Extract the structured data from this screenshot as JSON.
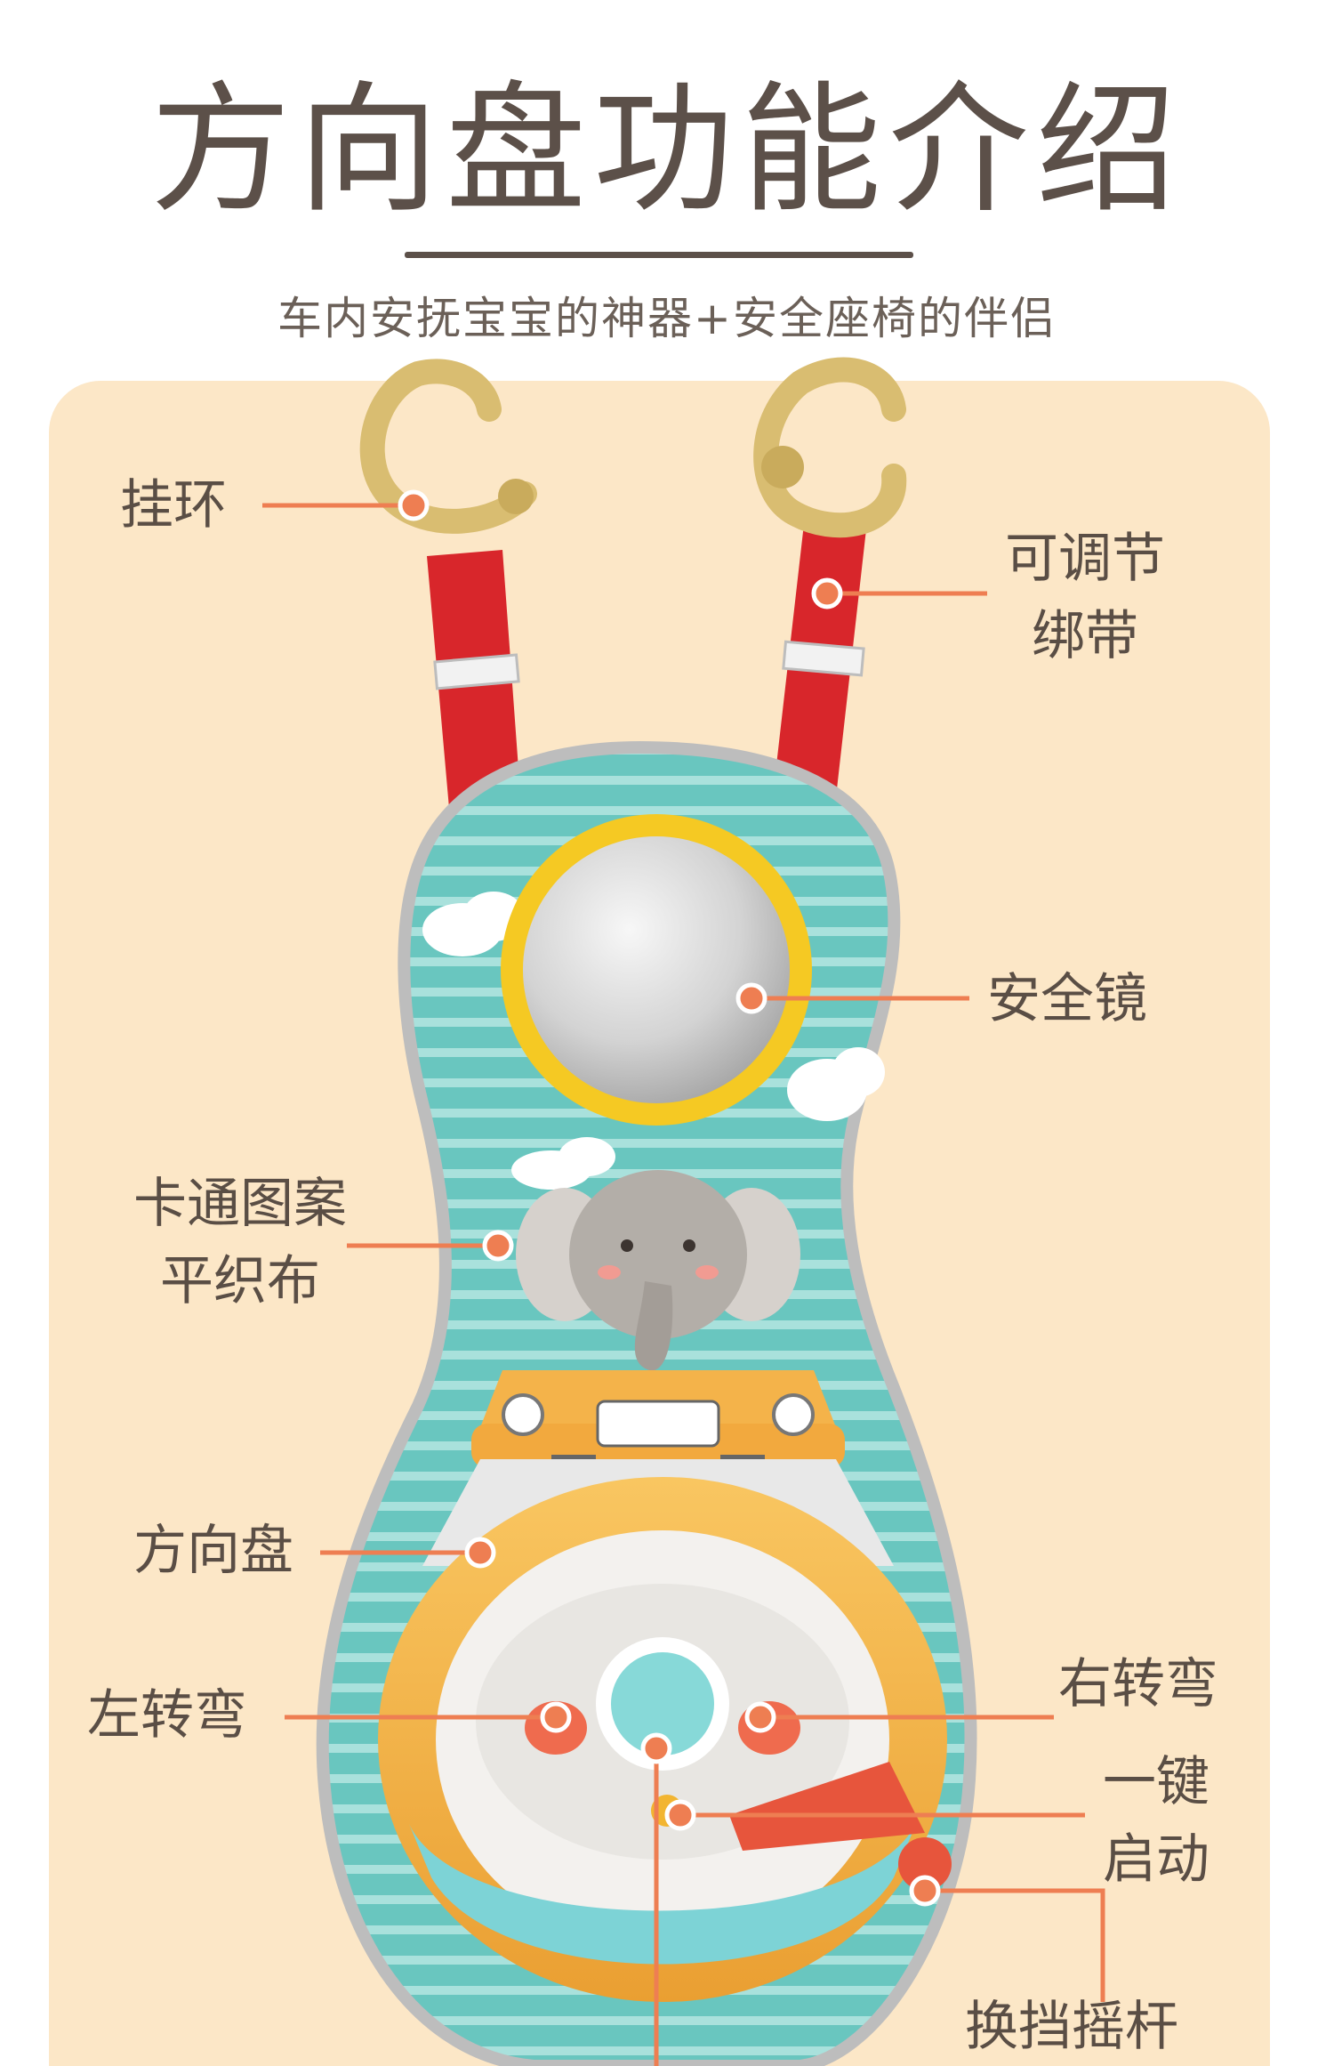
{
  "header": {
    "title": "方向盘功能介绍",
    "subtitle": "车内安抚宝宝的神器+安全座椅的伴侣"
  },
  "callouts": {
    "hanging_ring": "挂环",
    "adjustable_strap": [
      "可调节",
      "绑带"
    ],
    "safety_mirror": "安全镜",
    "cartoon_fabric": [
      "卡通图案",
      "平织布"
    ],
    "steering_wheel": "方向盘",
    "left_turn": "左转弯",
    "right_turn": "右转弯",
    "one_key_start": [
      "一键",
      "启动"
    ],
    "gear_lever": "换挡摇杆"
  },
  "colors": {
    "panel_bg": "#fce7c7",
    "callout_line": "#ee7e52",
    "strap_red": "#d8262b",
    "fabric_teal": "#69c6bf",
    "wheel_orange": "#f6b64a",
    "mirror_ring": "#f5c923"
  }
}
